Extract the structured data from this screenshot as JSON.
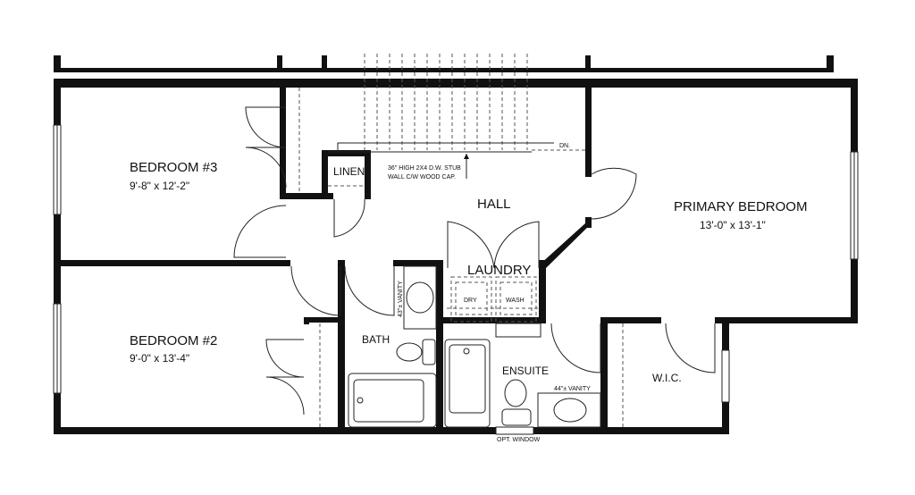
{
  "rooms": {
    "bedroom3": {
      "name": "BEDROOM #3",
      "size": "9'-8\" x 12'-2\""
    },
    "bedroom2": {
      "name": "BEDROOM #2",
      "size": "9'-0\" x 13'-4\""
    },
    "primary": {
      "name": "PRIMARY BEDROOM",
      "size": "13'-0\" x 13'-1\""
    },
    "linen": "LINEN",
    "hall": "HALL",
    "laundry": "LAUNDRY",
    "bath": "BATH",
    "ensuite": "ENSUITE",
    "wic": "W.I.C."
  },
  "notes": {
    "stub_wall_line1": "36\" HIGH 2X4 D.W. STUB",
    "stub_wall_line2": "WALL C/W WOOD CAP.",
    "stairs_down": "DN.",
    "dryer": "DRY",
    "washer": "WASH",
    "bath_vanity": "43\"± VANITY",
    "ensuite_vanity": "44\"± VANITY",
    "opt_window": "OPT. WINDOW"
  }
}
